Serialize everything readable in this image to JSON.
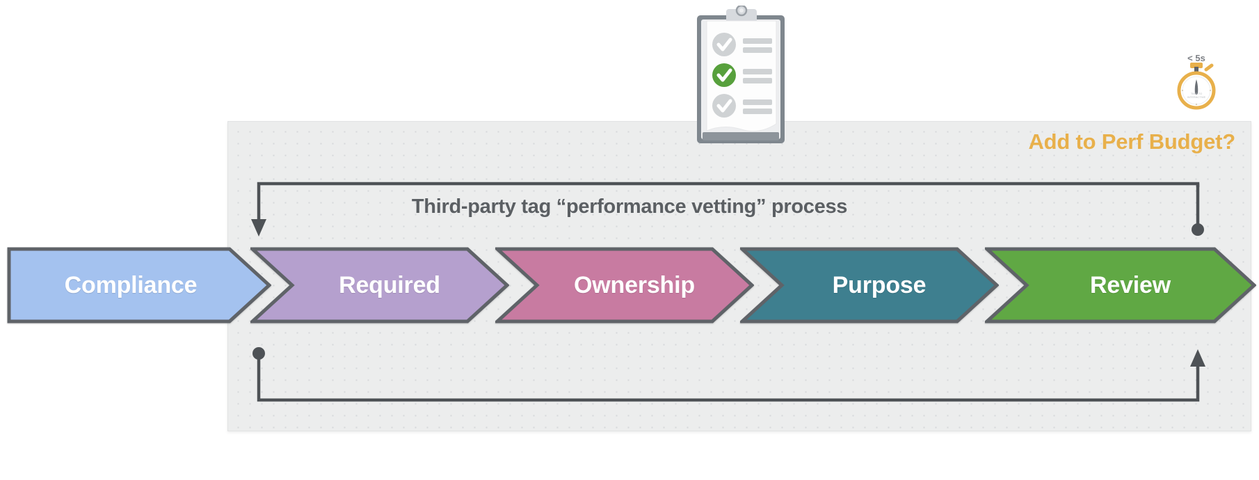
{
  "diagram": {
    "title": "Third-party tag “performance vetting” process",
    "panel_question": "Add to Perf Budget?",
    "stopwatch": {
      "threshold_label": "< 5s",
      "dial_line1": "TIME-TO",
      "dial_line2": "INTERACTIVE",
      "icon": "stopwatch-icon",
      "color": "#e8b04b"
    },
    "clipboard": {
      "icon": "clipboard-checklist-icon",
      "checked_item_index": 2,
      "items": 3,
      "checked_color": "#57a03c",
      "unchecked_color": "#cfd2d4",
      "board_color": "#7b848c"
    },
    "stages": [
      {
        "label": "Compliance",
        "color": "#a4c2ef",
        "border": "#5f6368",
        "shape": "flag-start"
      },
      {
        "label": "Required",
        "color": "#b5a0ce",
        "border": "#5f6368",
        "shape": "chevron"
      },
      {
        "label": "Ownership",
        "color": "#c87ba1",
        "border": "#5f6368",
        "shape": "chevron"
      },
      {
        "label": "Purpose",
        "color": "#3e7f8f",
        "border": "#5f6368",
        "shape": "chevron"
      },
      {
        "label": "Review",
        "color": "#60a844",
        "border": "#5f6368",
        "shape": "chevron"
      }
    ],
    "connectors": [
      {
        "name": "feedback-loop-top",
        "from_marker": "dot",
        "to_marker": "arrow-down",
        "direction": "right-to-left"
      },
      {
        "name": "feedback-loop-bottom",
        "from_marker": "dot",
        "to_marker": "arrow-up",
        "direction": "left-to-right"
      }
    ],
    "line_color": "#4e5256",
    "panel_color": "#eceded",
    "title_color": "#5b5f63"
  }
}
